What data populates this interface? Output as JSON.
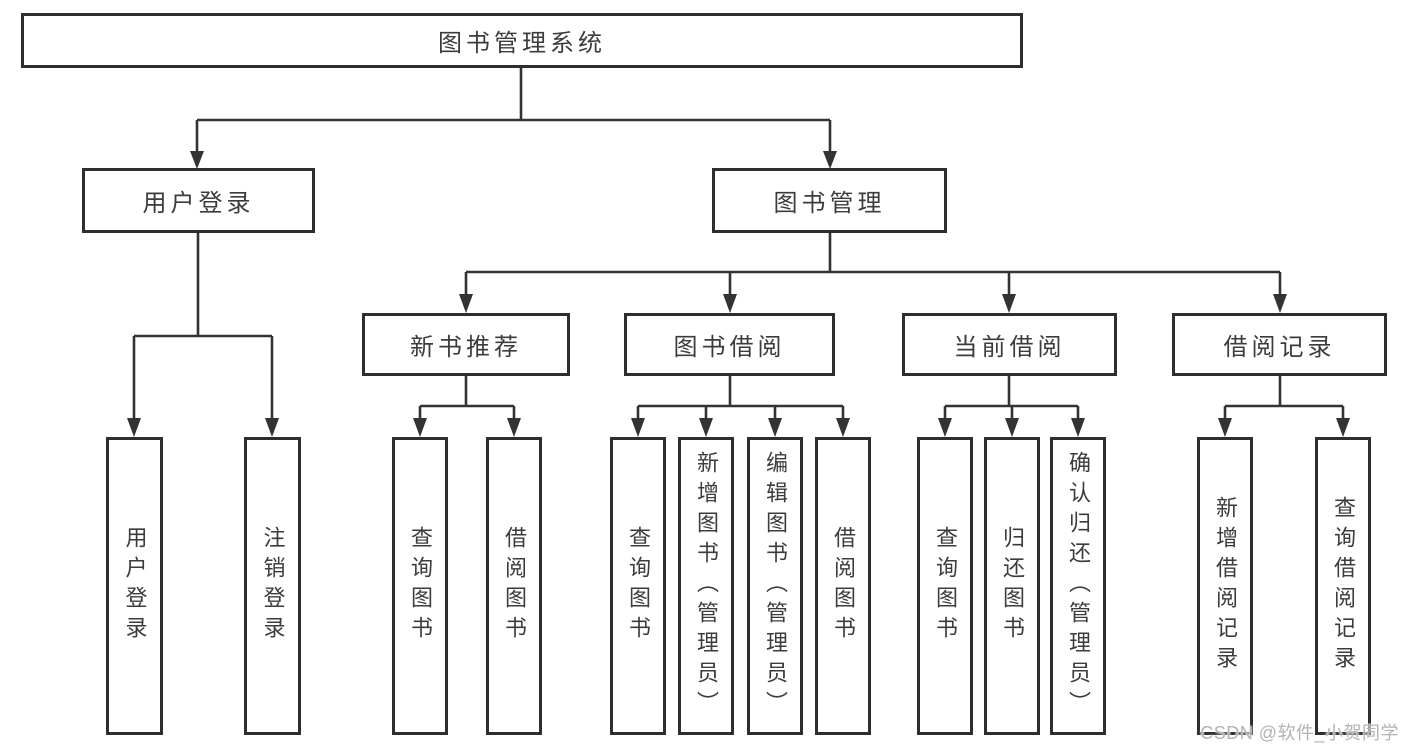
{
  "diagram": {
    "type": "tree",
    "root": {
      "label": "图书管理系统"
    },
    "branches": [
      {
        "label": "用户登录",
        "leaves": [
          {
            "label": "用户登录"
          },
          {
            "label": "注销登录"
          }
        ]
      },
      {
        "label": "图书管理",
        "groups": [
          {
            "label": "新书推荐",
            "leaves": [
              {
                "label": "查询图书"
              },
              {
                "label": "借阅图书"
              }
            ]
          },
          {
            "label": "图书借阅",
            "leaves": [
              {
                "label": "查询图书"
              },
              {
                "label": "新增图书（管理员）"
              },
              {
                "label": "编辑图书（管理员）"
              },
              {
                "label": "借阅图书"
              }
            ]
          },
          {
            "label": "当前借阅",
            "leaves": [
              {
                "label": "查询图书"
              },
              {
                "label": "归还图书"
              },
              {
                "label": "确认归还（管理员）"
              }
            ]
          },
          {
            "label": "借阅记录",
            "leaves": [
              {
                "label": "新增借阅记录"
              },
              {
                "label": "查询借阅记录"
              }
            ]
          }
        ]
      }
    ],
    "watermark": "CSDN @软件_小贺同学",
    "colors": {
      "line": "#333333",
      "border": "#2e2e2e",
      "text": "#3c3c3c",
      "watermark": "#b3b3b3",
      "background": "#ffffff"
    }
  }
}
